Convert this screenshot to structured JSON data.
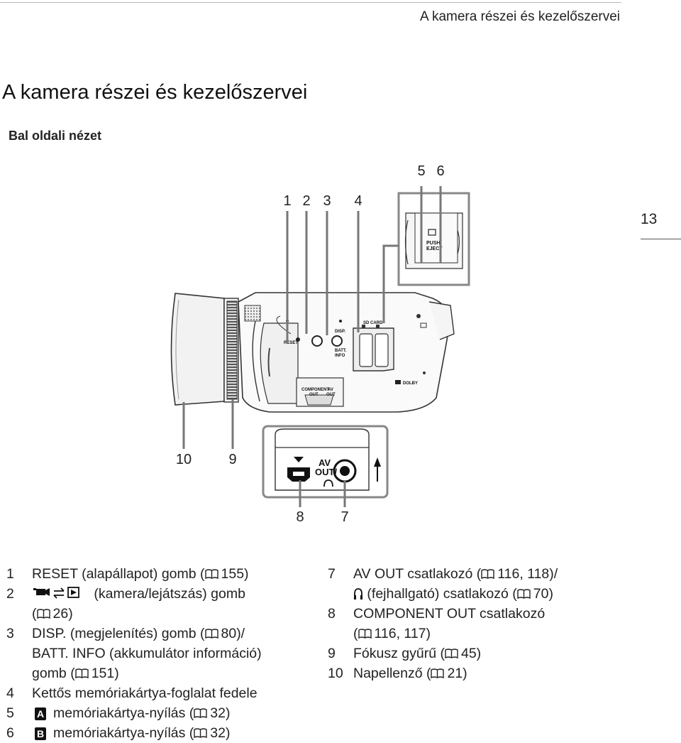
{
  "header": {
    "running_title": "A kamera részei és kezelőszervei"
  },
  "page": {
    "title": "A kamera részei és kezelőszervei",
    "subtitle": "Bal oldali nézet",
    "number": "13"
  },
  "diagram": {
    "callouts": {
      "c1": "1",
      "c2": "2",
      "c3": "3",
      "c4": "4",
      "c5": "5",
      "c6": "6",
      "c7": "7",
      "c8": "8",
      "c9": "9",
      "c10": "10"
    },
    "body_labels": {
      "reset": "RESET",
      "disp": "DISP.",
      "batt": "BATT.",
      "info": "INFO",
      "sd_card": "SD CARD",
      "component": "COMPONENT",
      "out1": "OUT",
      "av": "AV",
      "out2": "OUT",
      "dolby": "DOLBY",
      "push": "PUSH",
      "eject": "EJECT",
      "av_big": "AV",
      "out_big": "OUT/"
    }
  },
  "legend": {
    "left": {
      "i1": {
        "num": "1",
        "text": "RESET (alapállapot) gomb (",
        "page": "155)"
      },
      "i2": {
        "num": "2",
        "text": " (kamera/lejátszás) gomb",
        "page_open": "(",
        "page": "26)"
      },
      "i3": {
        "num": "3",
        "text": "DISP. (megjelenítés) gomb (",
        "page": "80)/",
        "line2": "BATT. INFO (akkumulátor információ)",
        "line3": "gomb (",
        "page2": "151)"
      },
      "i4": {
        "num": "4",
        "text": "Kettős memóriakártya-foglalat fedele"
      },
      "i5": {
        "num": "5",
        "badge": "A",
        "text": "memóriakártya-nyílás (",
        "page": "32)"
      },
      "i6": {
        "num": "6",
        "badge": "B",
        "text": "memóriakártya-nyílás (",
        "page": "32)"
      }
    },
    "right": {
      "i7": {
        "num": "7",
        "text": "AV OUT csatlakozó (",
        "page": "116, 118)/",
        "line2": " (fejhallgató) csatlakozó (",
        "page2": "70)"
      },
      "i8": {
        "num": "8",
        "text": "COMPONENT OUT csatlakozó",
        "line2": "(",
        "page2": "116, 117)"
      },
      "i9": {
        "num": "9",
        "text": "Fókusz gyűrű (",
        "page": "45)"
      },
      "i10": {
        "num": "10",
        "text": "Napellenző (",
        "page": "21)"
      }
    }
  }
}
